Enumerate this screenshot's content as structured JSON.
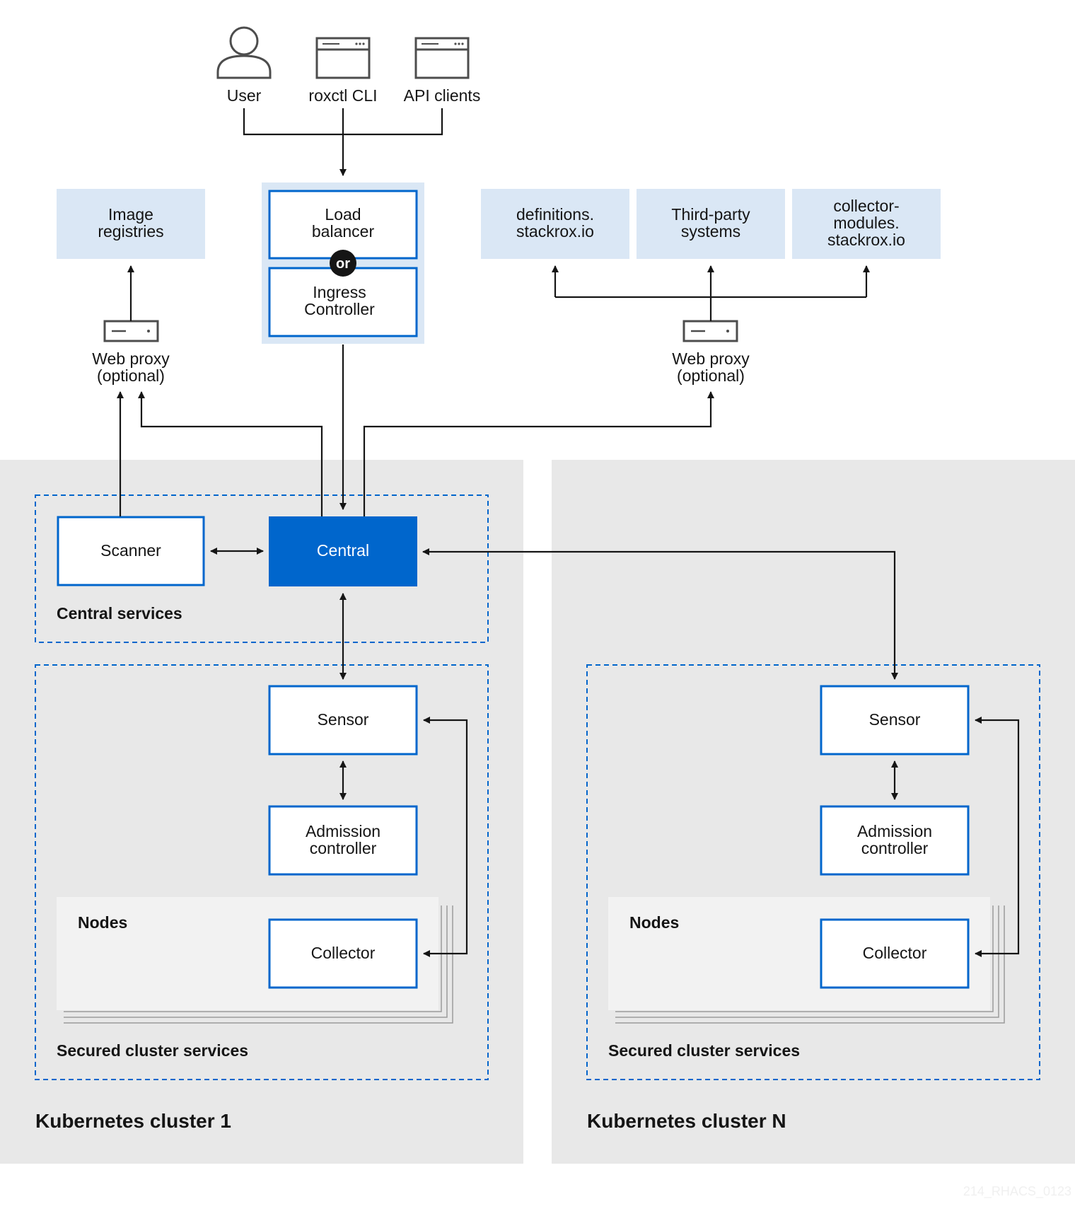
{
  "clients": {
    "user": "User",
    "roxctl": "roxctl CLI",
    "api_clients": "API clients"
  },
  "ingress": {
    "load_balancer": [
      "Load",
      "balancer"
    ],
    "or": "or",
    "ingress_controller": [
      "Ingress",
      "Controller"
    ]
  },
  "external": {
    "image_registries": [
      "Image",
      "registries"
    ],
    "definitions": [
      "definitions.",
      "stackrox.io"
    ],
    "third_party": [
      "Third-party",
      "systems"
    ],
    "collector_modules": [
      "collector-",
      "modules.",
      "stackrox.io"
    ]
  },
  "web_proxy_left": [
    "Web proxy",
    "(optional)"
  ],
  "web_proxy_right": [
    "Web proxy",
    "(optional)"
  ],
  "central_services": {
    "scanner": "Scanner",
    "central": "Central",
    "title": "Central services"
  },
  "cluster1": {
    "title": "Kubernetes cluster 1",
    "secured_title": "Secured cluster services",
    "sensor": "Sensor",
    "admission": [
      "Admission",
      "controller"
    ],
    "nodes": "Nodes",
    "collector": "Collector"
  },
  "clusterN": {
    "title": "Kubernetes cluster N",
    "secured_title": "Secured cluster services",
    "sensor": "Sensor",
    "admission": [
      "Admission",
      "controller"
    ],
    "nodes": "Nodes",
    "collector": "Collector"
  },
  "watermark": "214_RHACS_0123",
  "colors": {
    "blue": "#0066cc",
    "light_blue": "#dae7f5",
    "cluster_gray": "#e8e8e8",
    "nodes_gray": "#f2f2f2"
  }
}
